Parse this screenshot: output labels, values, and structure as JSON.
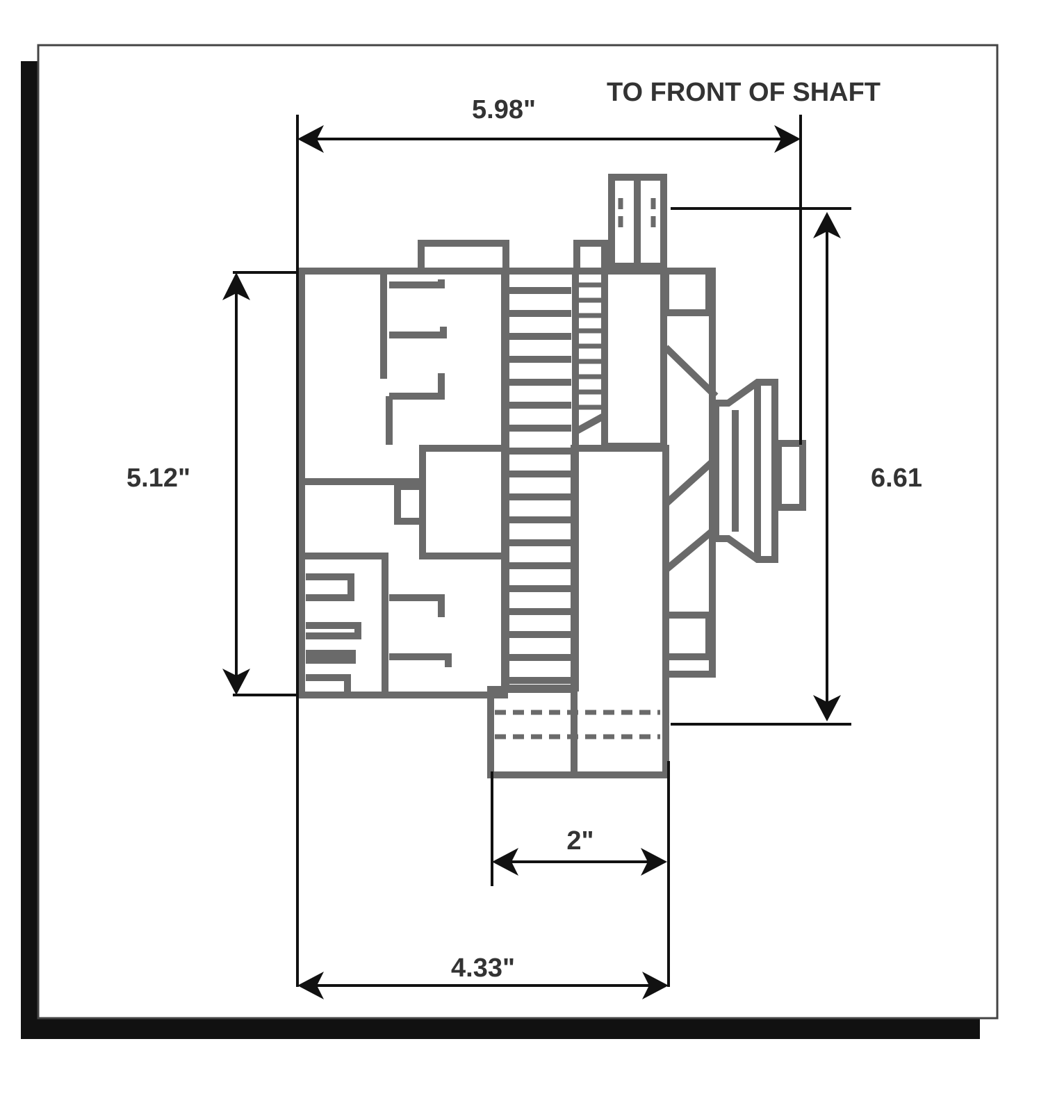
{
  "dimensions": {
    "overall_length": "5.98\"",
    "overall_length_note": "TO FRONT OF SHAFT",
    "body_height": "5.12\"",
    "overall_height": "6.61",
    "mount_width": "2\"",
    "body_length": "4.33\""
  },
  "colors": {
    "outline": "#6a6a6a",
    "dimension_lines": "#111111",
    "shadow": "#111111",
    "background": "#ffffff"
  }
}
